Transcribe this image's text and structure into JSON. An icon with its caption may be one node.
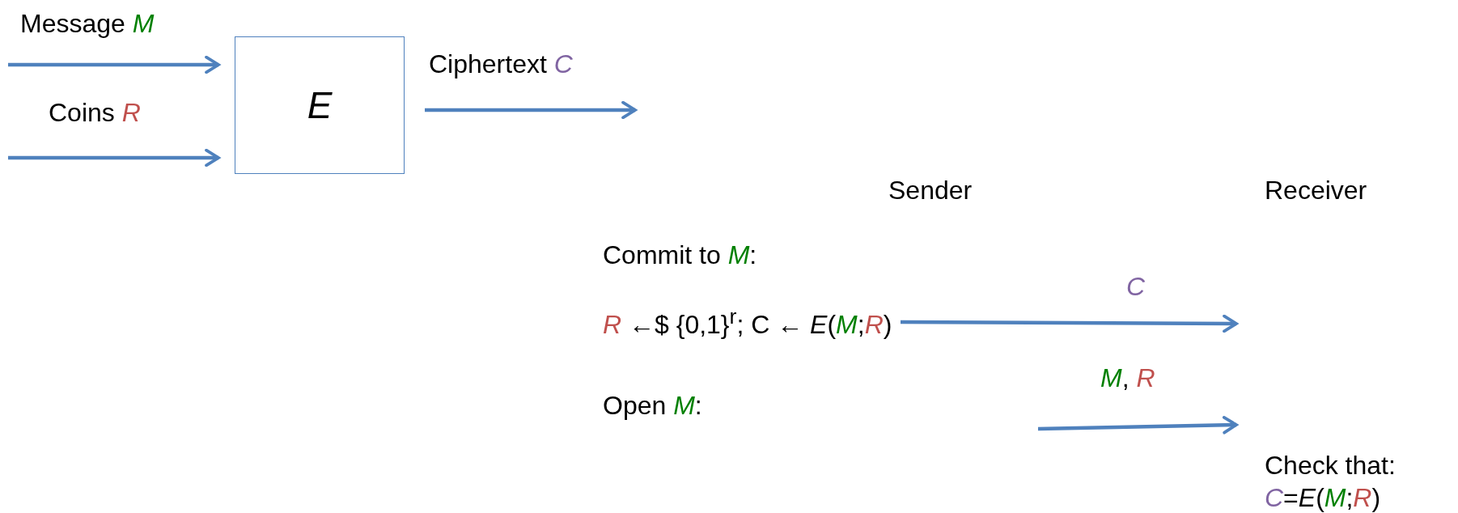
{
  "diagram": {
    "nodes": [
      {
        "text": [
          "E"
        ]
      },
      {
        "text": [
          "*R* ←$ {0,1}$^{r}$; C ← *E*(*M*;*R*)"
        ]
      },
      {
        "text": [
          "Check that:",
          "*C*=*E*(*M*;*R*)"
        ]
      }
    ],
    "edges": [
      {
        "from": null,
        "to": 0,
        "arrow": "to",
        "label": "Message *M*"
      },
      {
        "from": null,
        "to": 0,
        "arrow": "to",
        "label": "Coins *R*"
      },
      {
        "from": 0,
        "to": null,
        "arrow": "to",
        "label": "Ciphertext *C*"
      },
      {
        "from": 1,
        "to": null,
        "arrow": "to",
        "label": "*C*"
      },
      {
        "from": null,
        "to": 2,
        "arrow": "to",
        "label": "*M*, *R*"
      }
    ],
    "labels": [
      "Sender",
      "Receiver",
      "Commit to *M*:",
      "Open *M*:"
    ]
  }
}
